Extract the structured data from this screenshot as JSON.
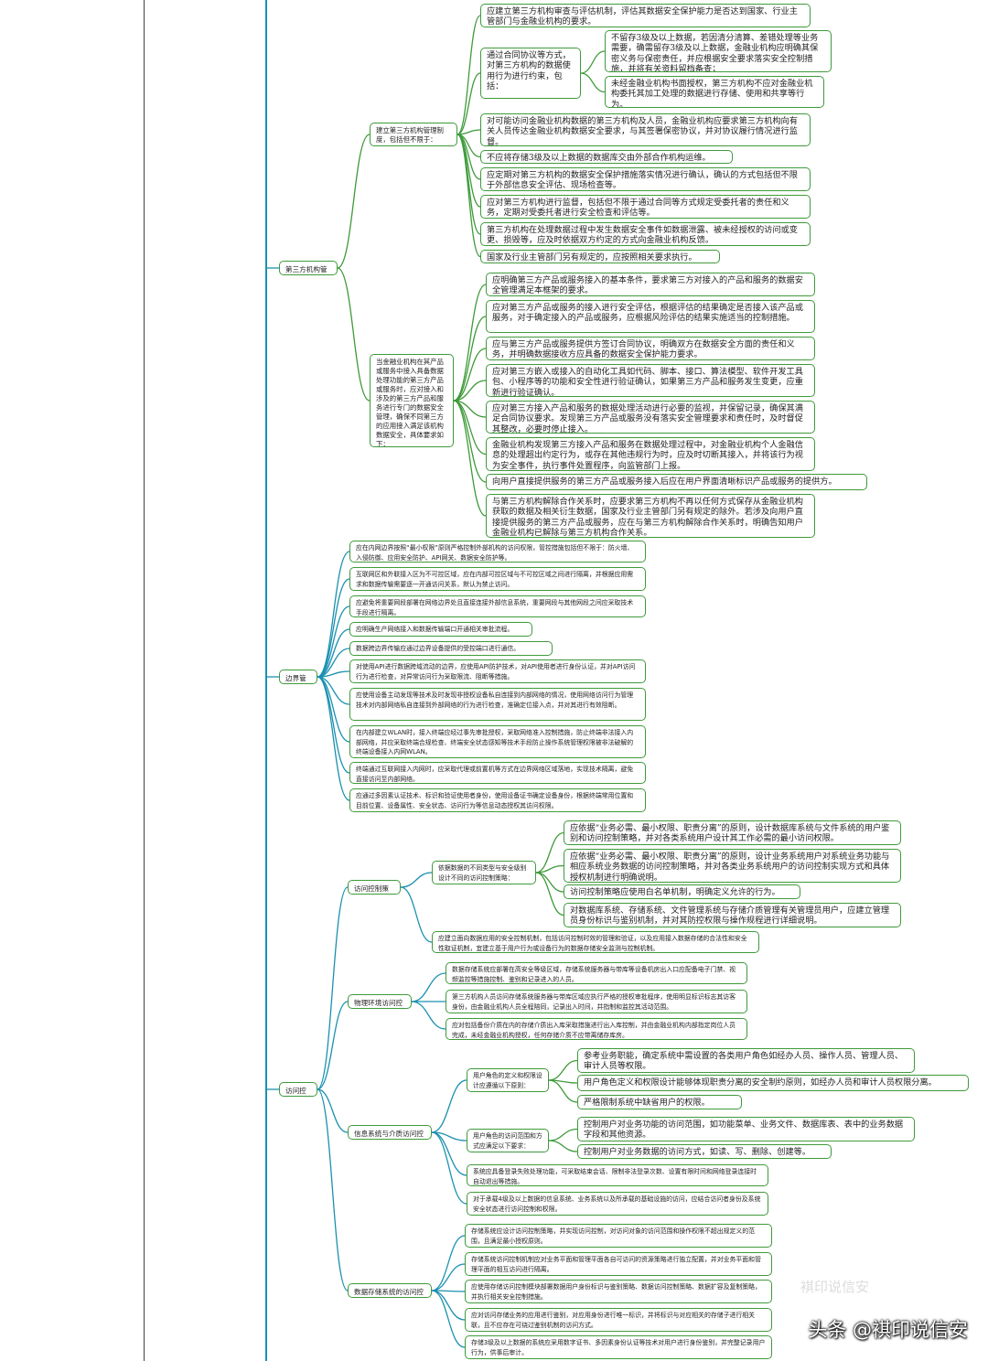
{
  "watermark": "头条 @褀印说信安",
  "faint_watermark": "褀印说信安",
  "top_nodes": {
    "third_party": "第三方机构管理",
    "border": "边界管控",
    "access": "访问控制"
  },
  "third_party": {
    "group1": {
      "label": "建立第三方机构管理制度，包括但不限于：",
      "items": [
        "应建立第三方机构审查与评估机制，评估其数据安全保护能力是否达到国家、行业主管部门与金融业机构的要求。",
        "通过合同协议等方式，对第三方机构的数据使用行为进行约束，包括：",
        "对可能访问金融业机构数据的第三方机构及人员，金融业机构应要求第三方机构向有关人员传达金融业机构数据安全要求，与其签署保密协议，并对协议履行情况进行监督。",
        "不应将存储3级及以上数据的数据库交由外部合作机构运维。",
        "应定期对第三方机构的数据安全保护措施落实情况进行确认，确认的方式包括但不限于外部信息安全评估、现场检查等。",
        "应对第三方机构进行监督，包括但不限于通过合同等方式规定受委托者的责任和义务，定期对受委托者进行安全检查和评估等。",
        "第三方机构在处理数据过程中发生数据安全事件如数据泄露、被未经授权的访问或变更、损毁等，应及时依据双方约定的方式向金融业机构反馈。",
        "国家及行业主管部门另有规定的，应按照相关要求执行。"
      ],
      "contract_sub": [
        "不留存3级及以上数据，若因清分清算、差错处理等业务需要，确需留存3级及以上数据，金融业机构应明确其保密义务与保密责任，并应根据安全要求落实安全控制措施，并将有关资料留档备查；",
        "未经金融业机构书面授权，第三方机构不应对金融业机构委托其加工处理的数据进行存储、使用和共享等行为。"
      ]
    },
    "group2": {
      "label": "当金融业机构在其产品或服务中接入具备数据处理功能的第三方产品或服务时，应对接入和涉及的第三方产品和服务进行专门的数据安全管理，确保不同第三方的应用接入满足该机构数据安全，具体要求如下：",
      "items": [
        "应明确第三方产品或服务接入的基本条件，要求第三方对接入的产品和服务的数据安全管理满足本框架的要求。",
        "应对第三方产品或服务的接入进行安全评估，根据评估的结果确定是否接入该产品或服务，对于确定接入的产品或服务，应根据风险评估的结果实施适当的控制措施。",
        "应与第三方产品或服务提供方签订合同协议，明确双方在数据安全方面的责任和义务，并明确数据接收方应具备的数据安全保护能力要求。",
        "应对第三方嵌入或接入的自动化工具如代码、脚本、接口、算法模型、软件开发工具包、小程序等的功能和安全性进行验证确认，如果第三方产品和服务发生变更，应重新进行验证确认。",
        "应对第三方接入产品和服务的数据处理活动进行必要的监视，并保留记录，确保其满足合同协议要求。发现第三方产品或服务没有落实安全管理要求和责任时，及时督促其整改，必要时停止接入。",
        "金融业机构发现第三方接入产品和服务在数据处理过程中，对金融业机构个人金融信息的处理超出约定行为，或存在其他违规行为时，应及时切断其接入，并将该行为视为安全事件，执行事件处置程序，向监管部门上报。",
        "向用户直接提供服务的第三方产品或服务接入后应在用户界面清晰标识产品或服务的提供方。",
        "与第三方机构解除合作关系时，应要求第三方机构不再以任何方式保存从金融业机构获取的数据及相关衍生数据，国家及行业主管部门另有规定的除外。若涉及向用户直接提供服务的第三方产品或服务，应在与第三方机构解除合作关系时，明确告知用户金融业机构已解除与第三方机构合作关系。"
      ]
    }
  },
  "border": {
    "items": [
      "应在内网边界按照“最小权限”原则严格控制外部机构的访问权限，管控措施包括但不限于：防火墙、入侵防御、应用安全防护、API网关、数据安全防护等。",
      "互联网区和外联接入区为不可控区域，应在内部可控区域与不可控区域之间进行隔离，并根据应用需求和数据传输需要逐一开通访问关系，默认为禁止访问。",
      "应避免将重要网段部署在网络边界处且直接连接外部信息系统，重要网段与其他网段之间应采取技术手段进行隔离。",
      "应明确生产网络接入和数据传输端口开通相关审批流程。",
      "数据跨边界传输应通过边界设备提供的受控端口进行通信。",
      "对使用API进行数据跨域流动的边界，应使用API防护技术，对API使用者进行身份认证，并对API访问行为进行检查，对异常访问行为采取限流、阻断等措施。",
      "应使用设备主动发现等技术及时发现非授权设备私自连接到内部网络的情况，使用网络访问行为管理技术对内部网络私自连接到外部网络的行为进行检查，准确定位接入点，并对其进行有效阻断。",
      "在内部建立WLAN时，接入终端应经过事先审批授权，采取网络准入控制措施，防止终端非法接入内部网络，并应采取终端合规检查、终端安全状态感知等技术手段防止操作系统管理权限被非法破解的终端设备接入内网WLAN。",
      "终端通过互联网接入内网时，应采取代理或前置机等方式在边界网络区域落地，实现技术隔离，避免直接访问至内部网络。",
      "应通过多因素认证技术、标识和验证使用者身份，使用设备证书确定设备身份，根据终端常用位置和目前位置、设备属性、安全状态、访问行为等信息动态授权其访问权限。"
    ]
  },
  "access": {
    "policy": {
      "label": "访问控制策略",
      "sub_label": "依据数据的不同类型与安全级别设计不同的访问控制策略：",
      "sub_items": [
        "应依据“业务必需、最小权限、职责分离”的原则，设计数据库系统与文件系统的用户鉴别和访问控制策略，并对各类系统用户设计其工作必需的最小访问权限。",
        "应依据“业务必需、最小权限、职责分离”的原则，设计业务系统用户对系统业务功能与相应系统业务数据的访问控制策略，并对各类业务系统用户的访问控制实现方式和具体授权机制进行明确说明。",
        "访问控制策略应使用白名单机制，明确定义允许的行为。",
        "对数据库系统、存储系统、文件管理系统与存储介质管理有关管理员用户，应建立管理员身份标识与鉴别机制，并对其防控权限与操作规程进行详细说明。"
      ],
      "item": "应建立面向数据应用的安全控制机制，包括访问控制时效的管理和验证，以及应用接入数据存储的合法性和安全性取证机制，宜建立基于用户行为或设备行为的数据存储安全监测与控制机制。"
    },
    "physical": {
      "label": "物理环境访问控制",
      "items": [
        "数据存储系统应部署在高安全等级区域，存储系统服务器与带库等设备机房出入口应配备电子门禁、视频监控等措施控制、鉴别和记录进入的人员。",
        "第三方机构人员访问存储系统服务器与带库区域应执行严格的授权审批程序，使用明显标识标志其访客身份，由金融业机构人员全程陪同，记录出入时间，并指制和监控其活动范围。",
        "应对包括备份介质在内的存储介质出入库采取措施进行出入库控制，并由金融业机构内部指定岗位人员完成，未经金融业机构授权，任何存储介质不应带离储存库房。"
      ]
    },
    "info": {
      "label": "信息系统与介质访问控制",
      "role_def": {
        "label": "用户角色的定义和权限设计应遵循以下原则：",
        "items": [
          "参考业务职能，确定系统中需设置的各类用户角色如经办人员、操作人员、管理人员、审计人员等权限。",
          "用户角色定义和权限设计能够体现职责分离的安全制约原则，如经办人员和审计人员权限分离。",
          "严格限制系统中缺省用户的权限。"
        ]
      },
      "role_scope": {
        "label": "用户角色的访问范围和方式应满足以下要求：",
        "items": [
          "控制用户对业务功能的访问范围，如功能菜单、业务文件、数据库表、表中的业务数据字段和其他资源。",
          "控制用户对业务数据的访问方式，如读、写、删除、创建等。"
        ]
      },
      "items": [
        "系统应具备登录失败处理功能，可采取结束会话、限制非法登录次数、设置有限时间和网络登录连接时自动退出等措施。",
        "对于承载4级及以上数据的信息系统、业务系统以及所承载的基础设施的访问，应结合访问者身份及系统安全状态进行访问控制和权限。"
      ]
    },
    "storage": {
      "label": "数据存储系统的访问控制",
      "items": [
        "存储系统应设计访问控制策略，并实现访问控制，对访问对象的访问范围和操作权限不超出规定义的范围，且满足最小授权原则。",
        "存储系统访问控制机制应对业务平面和管理平面各自可访问的资源策略进行独立配置，并对业务平面和管理平面的相互访问进行隔离。",
        "应使用存储访问控制模块部署数据用户身份标识与鉴别策略、数据访问控制策略、数据扩容及复制策略，并执行相关安全控制措施。",
        "应对访问存储业务的应用进行鉴别，对应用身份进行唯一标识，并将标识与对应相关的存储子进行相关联，且不应存在可绕过鉴别机制的访问方式。",
        "存储3级及以上数据的系统应采用数字证书、多因素身份认证等技术对用户进行身份鉴别，并完整记录用户行为，供事后审计。"
      ]
    }
  }
}
